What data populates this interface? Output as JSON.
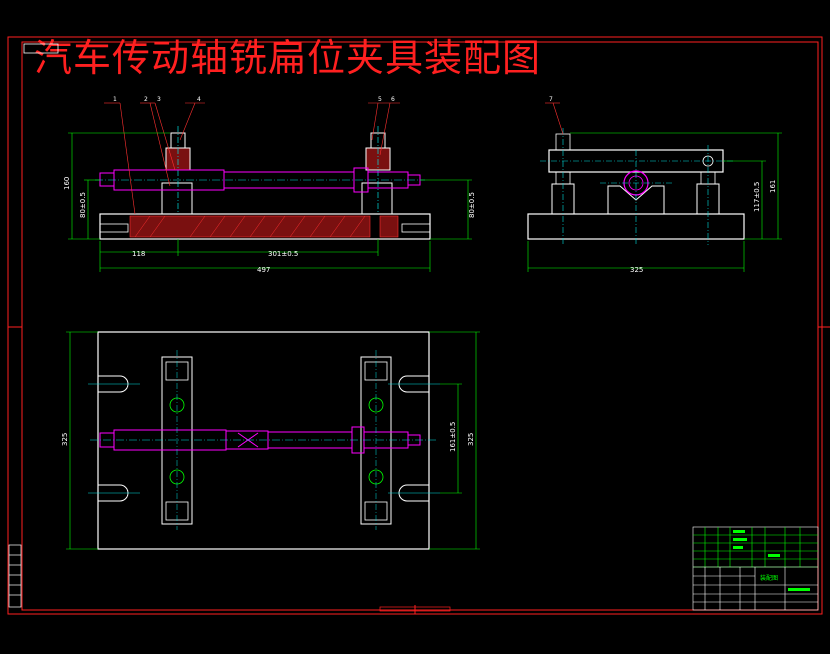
{
  "title": "汽车传动轴铣扁位夹具装配图",
  "colors": {
    "background": "#000000",
    "frame": "#ff2020",
    "outline": "#ffffff",
    "axis": "#ff00ff",
    "centerline": "#00e0e0",
    "dimension": "#00ff00",
    "hatch": "#ff3030"
  },
  "front_view": {
    "balloons": [
      "1",
      "2",
      "3",
      "4",
      "5",
      "6"
    ],
    "dims": {
      "height_overall": "160",
      "height_base": "80±0.5",
      "height_right": "80±0.5",
      "left_offset": "118",
      "spacing": "301±0.5",
      "length": "497"
    }
  },
  "side_view": {
    "balloons": [
      "7"
    ],
    "dims": {
      "height_overall": "161",
      "height_center": "117±0.5",
      "width": "325"
    }
  },
  "top_view": {
    "dims": {
      "width_left": "325",
      "width_right": "325",
      "spacing": "161±0.5"
    }
  },
  "title_block": {
    "drawing_name": "装配图"
  }
}
